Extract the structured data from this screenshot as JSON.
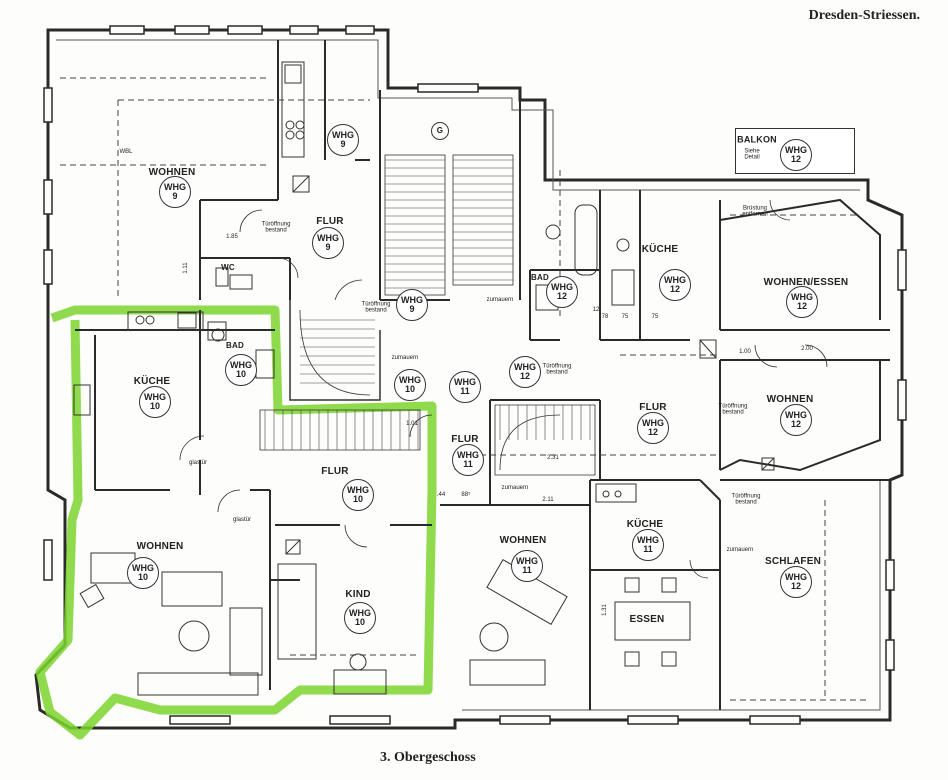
{
  "header": {
    "location": "Dresden-Striessen."
  },
  "footer": {
    "floor": "3. Obergeschoss"
  },
  "rooms": {
    "wohnen_9": "WOHNEN",
    "flur_9": "FLUR",
    "wc": "WC",
    "bad_10": "BAD",
    "kueche_10": "KÜCHE",
    "flur_10": "FLUR",
    "wohnen_10": "WOHNEN",
    "kind_10": "KIND",
    "flur_11": "FLUR",
    "wohnen_11": "WOHNEN",
    "kueche_11": "KÜCHE",
    "essen_11": "ESSEN",
    "bad_12": "BAD",
    "kueche_12": "KÜCHE",
    "wohnen_essen_12": "WOHNEN/ESSEN",
    "wohnen_12": "WOHNEN",
    "flur_12": "FLUR",
    "schlafen_12": "SCHLAFEN",
    "balkon": "BALKON",
    "stair_g": "G"
  },
  "badges": {
    "w9a": "WHG\n9",
    "w9b": "WHG\n9",
    "w9c": "WHG\n9",
    "w9d": "WHG\n9",
    "w10a": "WHG\n10",
    "w10b": "WHG\n10",
    "w10c": "WHG\n10",
    "w10d": "WHG\n10",
    "w10e": "WHG\n10",
    "w10f": "WHG\n10",
    "w11a": "WHG\n11",
    "w11b": "WHG\n11",
    "w11c": "WHG\n11",
    "w11d": "WHG\n11",
    "w12a": "WHG\n12",
    "w12b": "WHG\n12",
    "w12c": "WHG\n12",
    "w12d": "WHG\n12",
    "w12e": "WHG\n12",
    "w12f": "WHG\n12",
    "w12g": "WHG\n12",
    "w12h": "WHG\n12"
  },
  "notes": {
    "tueroeffnung1": "Türöffnung\nbestand",
    "tueroeffnung2": "Türöffnung\nbestand",
    "tueroeffnung3": "Türöffnung\nbestand",
    "tueroeffnung4": "Türöffnung\nbestand",
    "tueroeffnung5": "Türöffnung\nbestand",
    "zumauern1": "zumauern",
    "zumauern2": "zumauern",
    "zumauern3": "zumauern",
    "zumauern4": "zumauern",
    "glastuer1": "glastür",
    "glastuer2": "glastür",
    "balkon_note": "Siehe\nDetail",
    "brueslung": "Brüstung\nentfernen",
    "wbl": "WBL"
  },
  "dimensions": {
    "d185": "1.85",
    "d111": "1.11",
    "d100": "1.00",
    "d200": "2.00",
    "d101": "1.01",
    "d231": "2.31",
    "d211": "2.11",
    "d131": "1.31",
    "d44": ".44",
    "d885": "88⁵",
    "d78": "78",
    "d75a": "75",
    "d75b": "75",
    "d12": "12"
  },
  "colors": {
    "highlight": "#7dd32f",
    "line": "#2a2a2a",
    "paper": "#fdfdfb"
  }
}
